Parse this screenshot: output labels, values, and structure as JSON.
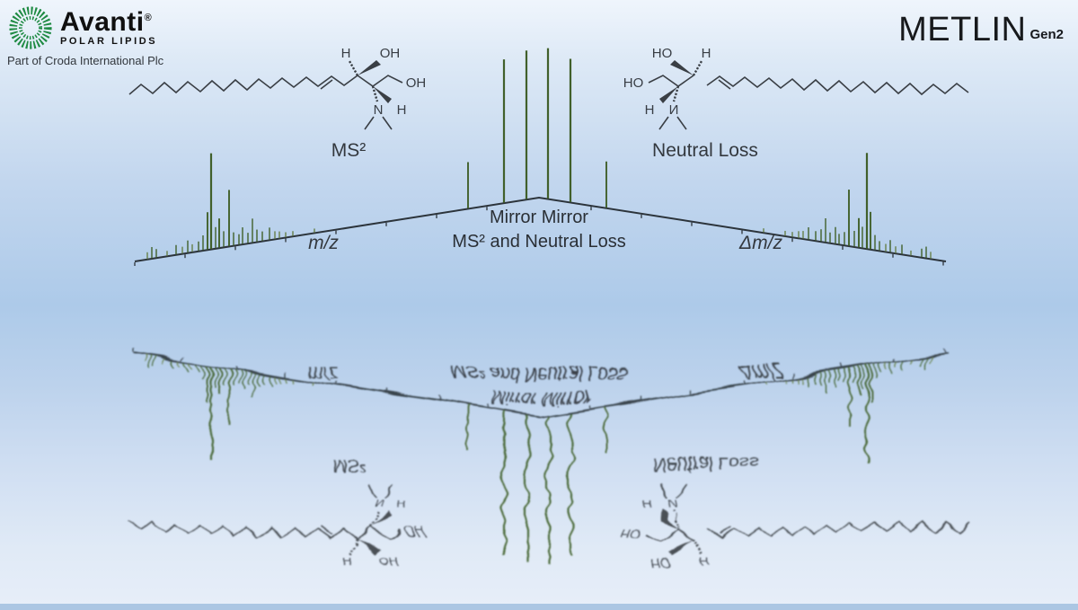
{
  "branding": {
    "avanti": {
      "name": "Avanti",
      "registered": "®",
      "subtitle": "POLAR LIPIDS",
      "tagline": "Part of Croda International Plc",
      "logo_green": "#1d8a42"
    },
    "metlin": {
      "name": "METLIN",
      "gen": "Gen2"
    }
  },
  "captions": {
    "left_structure": "MS²",
    "right_structure": "Neutral Loss",
    "title_line1": "Mirror Mirror",
    "title_line2": "MS² and Neutral Loss"
  },
  "spectra": {
    "left_axis_label": "m/z",
    "right_axis_label": "Δm/z",
    "colors": {
      "peak": "#41602b",
      "peak_light": "#67814a",
      "axis": "#2c343b"
    },
    "axis": {
      "left_start": [
        150,
        291
      ],
      "apex": [
        600,
        220
      ],
      "right_end": [
        1053,
        291
      ]
    },
    "tick_xs_left": [
      150,
      206,
      262,
      318,
      374,
      430,
      486,
      542
    ],
    "tick_xs_right": [
      658,
      714,
      770,
      826,
      882,
      938,
      994,
      1050
    ],
    "left_peaks": [
      [
        164,
        8
      ],
      [
        169,
        13
      ],
      [
        174,
        10
      ],
      [
        186,
        6
      ],
      [
        196,
        11
      ],
      [
        203,
        8
      ],
      [
        209,
        14
      ],
      [
        214,
        9
      ],
      [
        221,
        11
      ],
      [
        226,
        17
      ],
      [
        231,
        42
      ],
      [
        235,
        107
      ],
      [
        240,
        24
      ],
      [
        244,
        33
      ],
      [
        249,
        18
      ],
      [
        255,
        63
      ],
      [
        260,
        15
      ],
      [
        266,
        12
      ],
      [
        270,
        19
      ],
      [
        276,
        12
      ],
      [
        281,
        27
      ],
      [
        286,
        14
      ],
      [
        292,
        11
      ],
      [
        300,
        14
      ],
      [
        306,
        9
      ],
      [
        311,
        8
      ],
      [
        318,
        6
      ],
      [
        326,
        6
      ],
      [
        350,
        5
      ]
    ],
    "right_peaks": [
      [
        850,
        5
      ],
      [
        874,
        6
      ],
      [
        882,
        6
      ],
      [
        889,
        8
      ],
      [
        894,
        9
      ],
      [
        900,
        14
      ],
      [
        908,
        11
      ],
      [
        914,
        14
      ],
      [
        919,
        27
      ],
      [
        924,
        12
      ],
      [
        930,
        19
      ],
      [
        934,
        12
      ],
      [
        940,
        15
      ],
      [
        945,
        63
      ],
      [
        951,
        18
      ],
      [
        956,
        33
      ],
      [
        960,
        24
      ],
      [
        965,
        107
      ],
      [
        969,
        42
      ],
      [
        974,
        17
      ],
      [
        979,
        11
      ],
      [
        986,
        9
      ],
      [
        991,
        14
      ],
      [
        997,
        8
      ],
      [
        1004,
        11
      ],
      [
        1014,
        6
      ],
      [
        1026,
        10
      ],
      [
        1031,
        13
      ],
      [
        1036,
        8
      ]
    ],
    "center_peaks": [
      [
        521,
        52
      ],
      [
        561,
        160
      ],
      [
        586,
        166
      ],
      [
        610,
        168
      ],
      [
        635,
        160
      ],
      [
        675,
        52
      ]
    ]
  },
  "molecules": {
    "left": {
      "h_top": "H",
      "oh_top": "OH",
      "oh_end": "OH",
      "n": "N",
      "h_mid": "H"
    },
    "right": {
      "ho_top": "HO",
      "h_top": "H",
      "ho_end": "HO",
      "n": "И",
      "h_mid": "H"
    }
  },
  "background": {
    "top": "#eff5fc",
    "mid": "#adcae9",
    "bottom": "#e7eef9",
    "edge_strip": "#abc6e3"
  }
}
